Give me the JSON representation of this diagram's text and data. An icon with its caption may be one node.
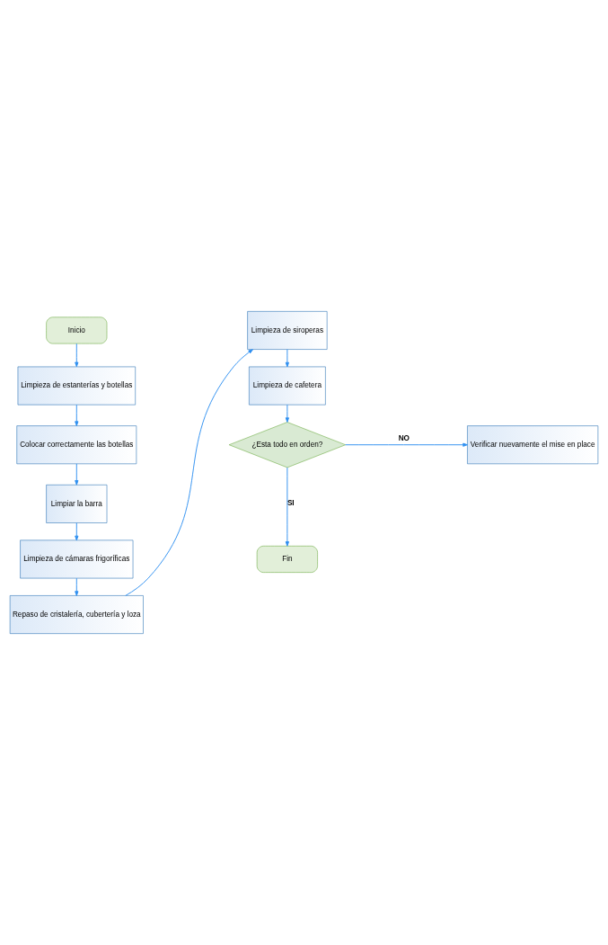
{
  "diagram": {
    "nodes": [
      {
        "text": [
          "Inicio"
        ]
      },
      {
        "text": [
          "Limpieza de estanterías y botellas"
        ]
      },
      {
        "text": [
          "Colocar correctamente las botellas"
        ]
      },
      {
        "text": [
          "Limpiar la barra"
        ]
      },
      {
        "text": [
          "Limpieza de cámaras frigoríficas"
        ]
      },
      {
        "text": [
          "Repaso de cristalería, cubertería y loza"
        ]
      },
      {
        "text": [
          "Limpieza de siroperas"
        ]
      },
      {
        "text": [
          "Limpieza de cafetera"
        ]
      },
      {
        "text": [
          "¿Esta todo en orden?"
        ]
      },
      {
        "text": [
          "Verificar nuevamente el mise en place"
        ]
      },
      {
        "text": [
          "Fin"
        ]
      }
    ],
    "edges": [
      {
        "from": 0,
        "to": 1,
        "arrow": "to"
      },
      {
        "from": 1,
        "to": 2,
        "arrow": "to"
      },
      {
        "from": 2,
        "to": 3,
        "arrow": "to"
      },
      {
        "from": 3,
        "to": 4,
        "arrow": "to"
      },
      {
        "from": 4,
        "to": 5,
        "arrow": "to"
      },
      {
        "from": 5,
        "to": 6,
        "arrow": "to"
      },
      {
        "from": 6,
        "to": 7,
        "arrow": "to"
      },
      {
        "from": 7,
        "to": 8,
        "arrow": "to"
      },
      {
        "from": 8,
        "to": 9,
        "arrow": "to",
        "label": "NO"
      },
      {
        "from": 8,
        "to": 10,
        "arrow": "to",
        "label": "SI"
      }
    ]
  }
}
